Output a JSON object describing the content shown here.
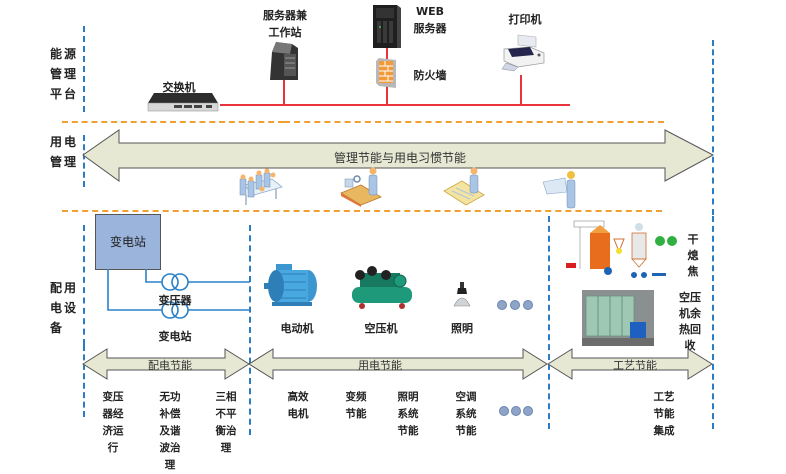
{
  "sections": {
    "platform": {
      "label": "能源\n管理\n平台"
    },
    "usage_mgmt": {
      "label": "用电\n管理"
    },
    "equipment": {
      "label": "配用\n电设\n备"
    }
  },
  "platform": {
    "switch": {
      "label": "交换机"
    },
    "workstation": {
      "label": "服务器兼\n工作站"
    },
    "web_server": {
      "label": "WEB\n服务器"
    },
    "firewall": {
      "label": "防火墙"
    },
    "printer": {
      "label": "打印机"
    },
    "network_line_color": "#e8333a"
  },
  "usage": {
    "arrow_label": "管理节能与用电习惯节能",
    "icons": [
      "meeting-icon",
      "workshop-icon",
      "design-desk-icon",
      "engineer-blueprint-icon"
    ]
  },
  "equipment": {
    "substation_box": "变电站",
    "transformer1_label": "变压器",
    "transformer2_label": "变电站",
    "devices": [
      {
        "icon": "electric-motor-icon",
        "label": "电动机"
      },
      {
        "icon": "air-compressor-icon",
        "label": "空压机"
      },
      {
        "icon": "lighting-lamp-icon",
        "label": "照明"
      }
    ],
    "more": "ellipsis",
    "process_items": [
      {
        "icon": "coke-dry-quenching-diagram",
        "label": "干\n熄\n焦"
      },
      {
        "icon": "compressor-heat-recovery-photo",
        "label": "空压\n机余\n热回\n收"
      }
    ]
  },
  "bottom_arrows": [
    {
      "label": "配电节能"
    },
    {
      "label": "用电节能"
    },
    {
      "label": "工艺节能"
    }
  ],
  "bottom_items": {
    "distribution": [
      "变压\n器经\n济运\n行",
      "无功\n补偿\n及谐\n波治\n理",
      "三相\n不平\n衡治\n理"
    ],
    "usage": [
      "高效\n电机",
      "变频\n节能",
      "照明\n系统\n节能",
      "空调\n系统\n节能"
    ],
    "process": [
      "工艺\n节能\n集成"
    ]
  },
  "colors": {
    "divider_orange": "#f0a030",
    "divider_blue": "#2a7dc4",
    "substation_fill": "#9bb4dc",
    "arrow_fill": "#e6e8d4",
    "transformer_blue": "#2a80c8"
  }
}
